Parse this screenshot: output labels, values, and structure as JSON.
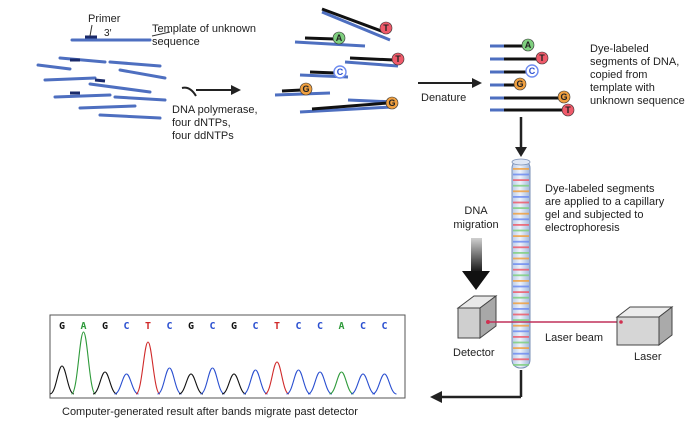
{
  "labels": {
    "primer": "Primer",
    "three_prime": "3′",
    "template_line1": "Template of unknown",
    "template_line2": "sequence",
    "reagents_line1": "DNA polymerase,",
    "reagents_line2": "four dNTPs,",
    "reagents_line3": "four ddNTPs",
    "denature": "Denature",
    "segments_line1": "Dye-labeled",
    "segments_line2": "segments of DNA,",
    "segments_line3": "copied from",
    "segments_line4": "template with",
    "segments_line5": "unknown sequence",
    "applied_line1": "Dye-labeled segments",
    "applied_line2": "are applied to a capillary",
    "applied_line3": "gel and subjected to",
    "applied_line4": "electrophoresis",
    "migration_line1": "DNA",
    "migration_line2": "migration",
    "detector": "Detector",
    "laser_beam": "Laser beam",
    "laser": "Laser",
    "caption": "Computer-generated result after bands migrate past detector"
  },
  "dye_bases": [
    {
      "letter": "A",
      "color": "#7fcf7f"
    },
    {
      "letter": "T",
      "color": "#ef5a6a"
    },
    {
      "letter": "C",
      "color": "#6f8cf0"
    },
    {
      "letter": "G",
      "color": "#f0a040"
    }
  ],
  "chromatogram_sequence": [
    "G",
    "A",
    "G",
    "C",
    "T",
    "C",
    "G",
    "C",
    "G",
    "C",
    "T",
    "C",
    "C",
    "A",
    "C",
    "C"
  ],
  "base_colors": {
    "A": "#2e9a3a",
    "C": "#2a4fd0",
    "G": "#111111",
    "T": "#d02a2a"
  }
}
